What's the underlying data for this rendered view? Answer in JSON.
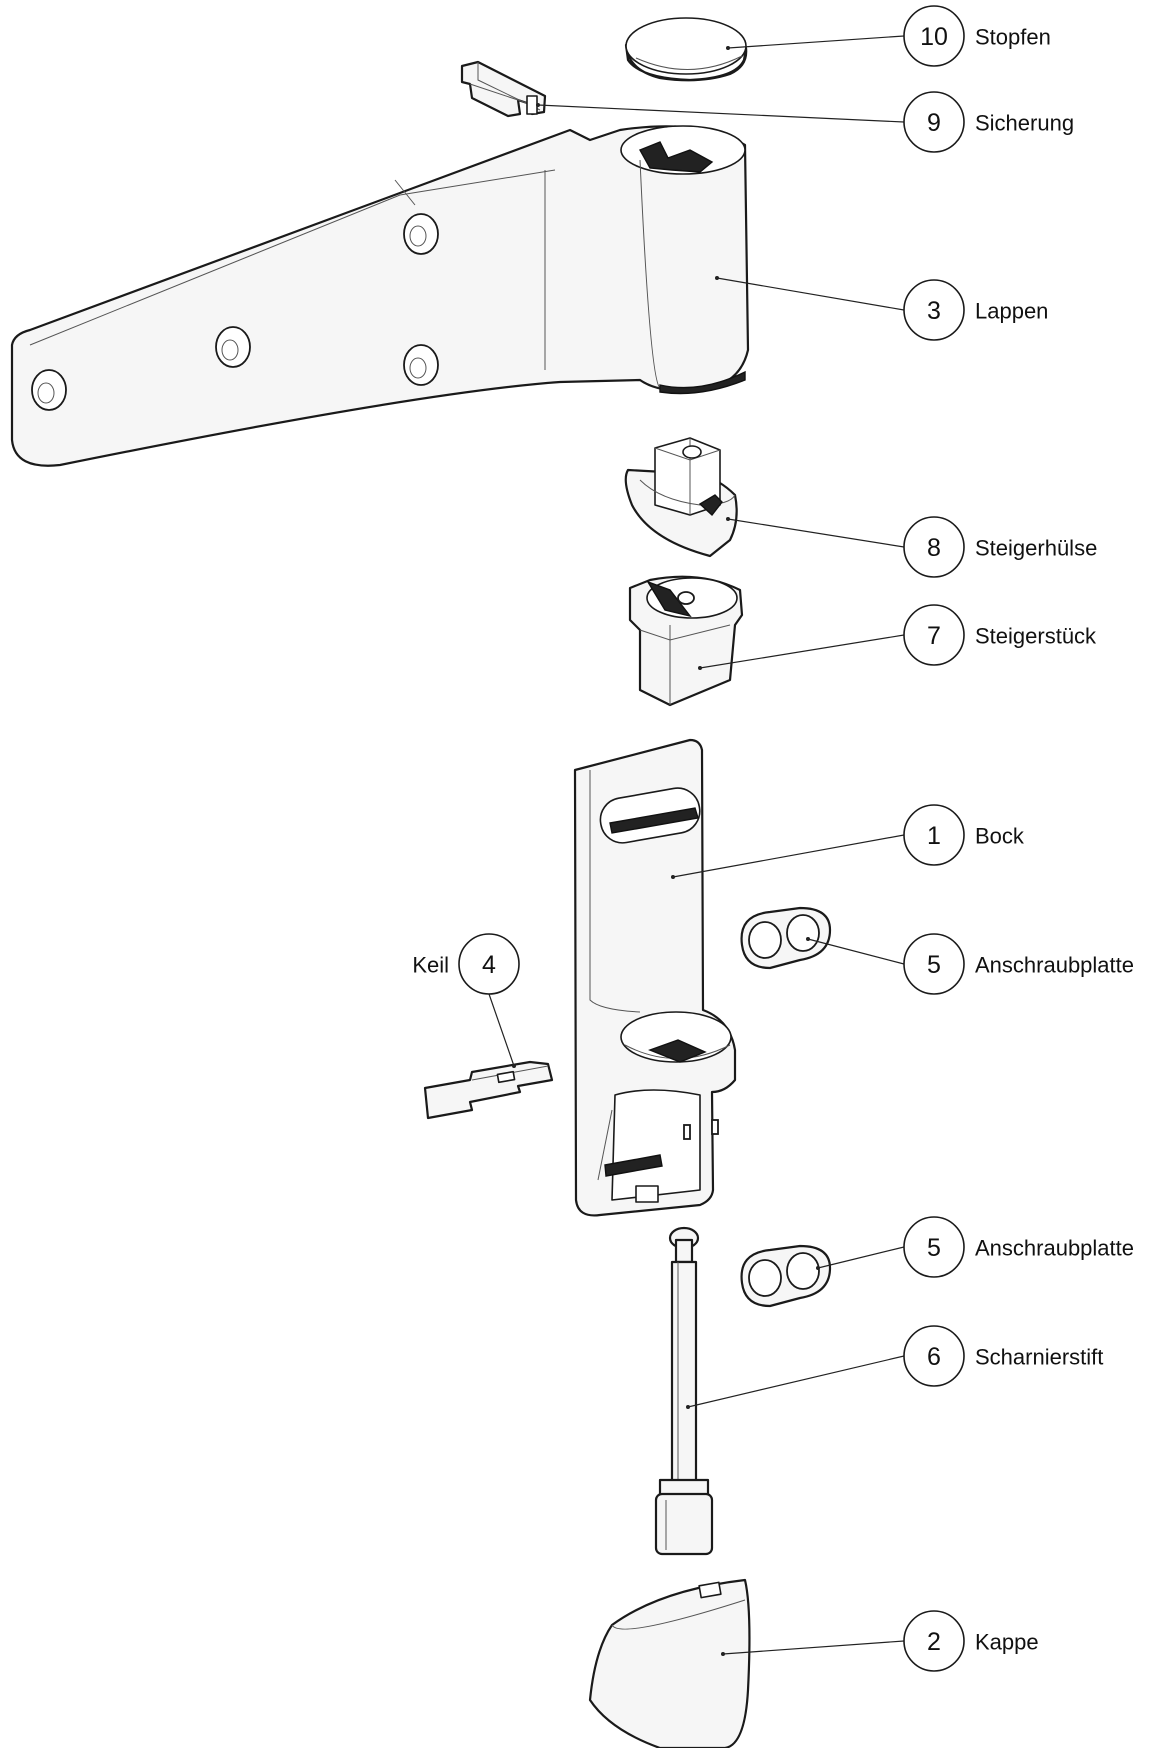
{
  "parts": [
    {
      "id": "stopfen",
      "number": "10",
      "label": "Stopfen"
    },
    {
      "id": "sicherung",
      "number": "9",
      "label": "Sicherung"
    },
    {
      "id": "lappen",
      "number": "3",
      "label": "Lappen"
    },
    {
      "id": "steigerhuelse",
      "number": "8",
      "label": "Steigerhülse"
    },
    {
      "id": "steigerstueck",
      "number": "7",
      "label": "Steigerstück"
    },
    {
      "id": "bock",
      "number": "1",
      "label": "Bock"
    },
    {
      "id": "keil",
      "number": "4",
      "label": "Keil"
    },
    {
      "id": "anschraubplatte-1",
      "number": "5",
      "label": "Anschraubplatte"
    },
    {
      "id": "anschraubplatte-2",
      "number": "5",
      "label": "Anschraubplatte"
    },
    {
      "id": "scharnierstift",
      "number": "6",
      "label": "Scharnierstift"
    },
    {
      "id": "kappe",
      "number": "2",
      "label": "Kappe"
    }
  ]
}
